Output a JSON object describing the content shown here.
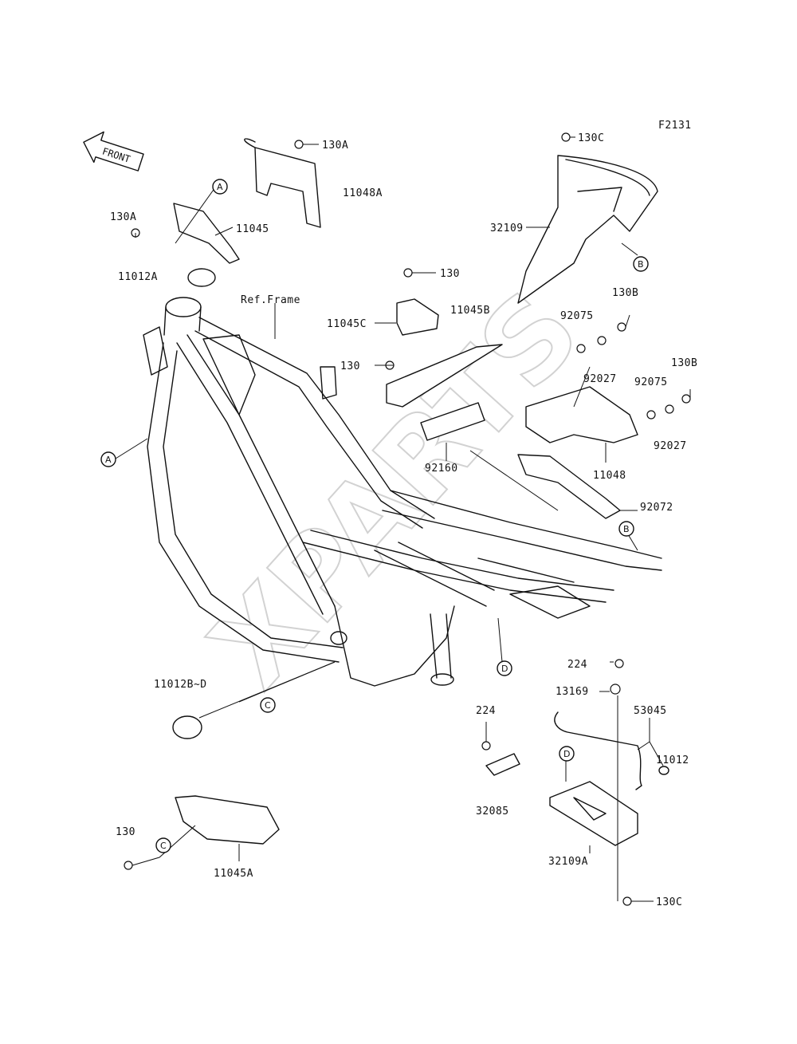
{
  "figure_code": "F2131",
  "watermark": "XPARTS",
  "direction_label": "FRONT",
  "part_labels": {
    "p130A_top": "130A",
    "p130A_left": "130A",
    "p11045": "11045",
    "p11048A": "11048A",
    "p11012A": "11012A",
    "ref_frame": "Ref.Frame",
    "p130C_top": "130C",
    "p32109": "32109",
    "p130_mid": "130",
    "p11045B": "11045B",
    "p11045C": "11045C",
    "p130_left": "130",
    "p130B_a": "130B",
    "p92075_a": "92075",
    "p92027_a": "92027",
    "p130B_b": "130B",
    "p92075_b": "92075",
    "p92027_b": "92027",
    "p92160": "92160",
    "p11048": "11048",
    "p92072": "92072",
    "p224_a": "224",
    "p13169": "13169",
    "p53045": "53045",
    "p11012": "11012",
    "p224_b": "224",
    "p32085": "32085",
    "p32109A": "32109A",
    "p130C_bottom": "130C",
    "p11012BD": "11012B~D",
    "p130_bottom": "130",
    "p11045A": "11045A"
  },
  "reference_markers": {
    "A_top": "A",
    "A_left": "A",
    "B_cover": "B",
    "B_frame": "B",
    "C_frame": "C",
    "C_bracket": "C",
    "D_frame": "D",
    "D_tray": "D"
  }
}
